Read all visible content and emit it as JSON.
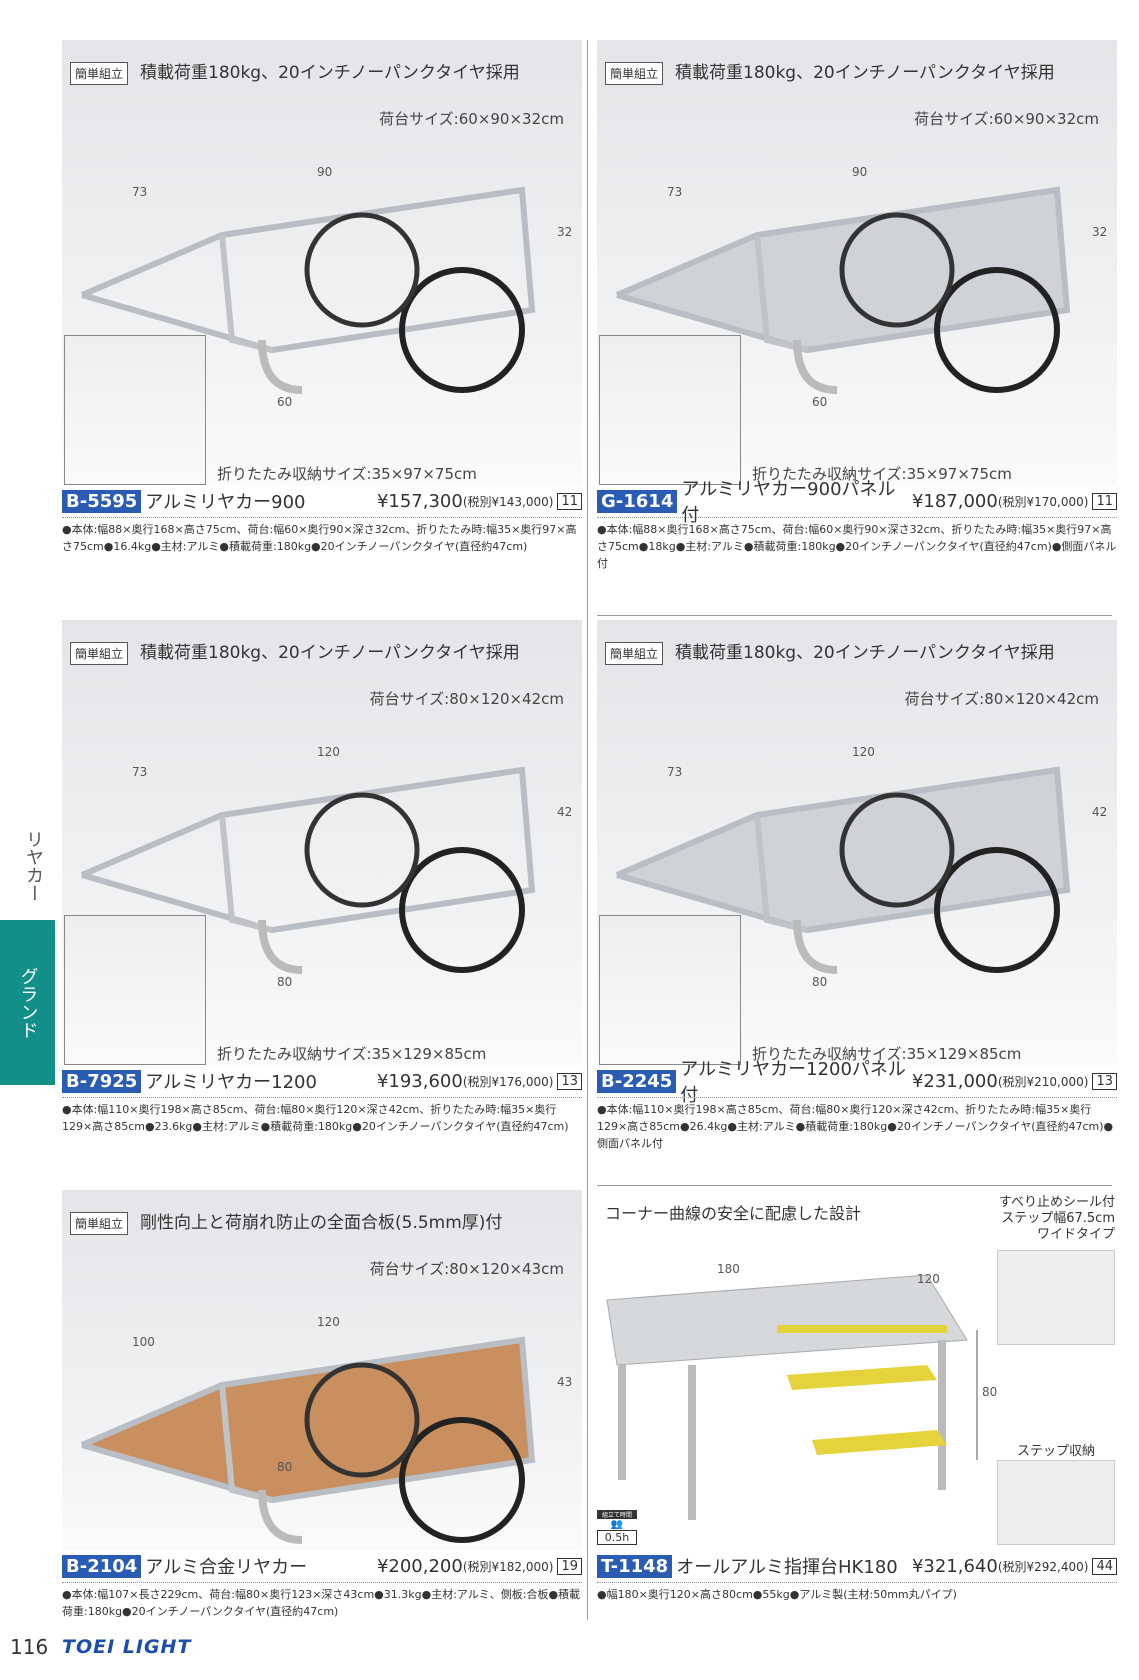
{
  "side": {
    "label": "リヤカー",
    "tab": "グランド",
    "tab_color": "#138f8a"
  },
  "footer": {
    "page": "116",
    "brand": "TOEI LIGHT"
  },
  "products": [
    {
      "badge": "簡単組立",
      "headline": "積載荷重180kg、20インチノーパンクタイヤ採用",
      "bed": "荷台サイズ:60×90×32cm",
      "dims": [
        "73",
        "90",
        "32",
        "60"
      ],
      "fold": "折りたたみ収納サイズ:35×97×75cm",
      "code": "B-5595",
      "name": "アルミリヤカー900",
      "price": "¥157,300",
      "tax": "(税別¥143,000)",
      "page": "11",
      "spec": "●本体:幅88×奥行168×高さ75cm、荷台:幅60×奥行90×深さ32cm、折りたたみ時:幅35×奥行97×高さ75cm●16.4kg●主材:アルミ●積載荷重:180kg●20インチノーパンクタイヤ(直径約47cm)"
    },
    {
      "badge": "簡単組立",
      "headline": "積載荷重180kg、20インチノーパンクタイヤ採用",
      "bed": "荷台サイズ:60×90×32cm",
      "dims": [
        "73",
        "90",
        "32",
        "60"
      ],
      "fold": "折りたたみ収納サイズ:35×97×75cm",
      "code": "G-1614",
      "name": "アルミリヤカー900パネル付",
      "price": "¥187,000",
      "tax": "(税別¥170,000)",
      "page": "11",
      "spec": "●本体:幅88×奥行168×高さ75cm、荷台:幅60×奥行90×深さ32cm、折りたたみ時:幅35×奥行97×高さ75cm●18kg●主材:アルミ●積載荷重:180kg●20インチノーパンクタイヤ(直径約47cm)●側面パネル付"
    },
    {
      "badge": "簡単組立",
      "headline": "積載荷重180kg、20インチノーパンクタイヤ採用",
      "bed": "荷台サイズ:80×120×42cm",
      "dims": [
        "73",
        "120",
        "42",
        "80"
      ],
      "fold": "折りたたみ収納サイズ:35×129×85cm",
      "code": "B-7925",
      "name": "アルミリヤカー1200",
      "price": "¥193,600",
      "tax": "(税別¥176,000)",
      "page": "13",
      "spec": "●本体:幅110×奥行198×高さ85cm、荷台:幅80×奥行120×深さ42cm、折りたたみ時:幅35×奥行129×高さ85cm●23.6kg●主材:アルミ●積載荷重:180kg●20インチノーパンクタイヤ(直径約47cm)"
    },
    {
      "badge": "簡単組立",
      "headline": "積載荷重180kg、20インチノーパンクタイヤ採用",
      "bed": "荷台サイズ:80×120×42cm",
      "dims": [
        "73",
        "120",
        "42",
        "80"
      ],
      "fold": "折りたたみ収納サイズ:35×129×85cm",
      "code": "B-2245",
      "name": "アルミリヤカー1200パネル付",
      "price": "¥231,000",
      "tax": "(税別¥210,000)",
      "page": "13",
      "spec": "●本体:幅110×奥行198×高さ85cm、荷台:幅80×奥行120×深さ42cm、折りたたみ時:幅35×奥行129×高さ85cm●26.4kg●主材:アルミ●積載荷重:180kg●20インチノーパンクタイヤ(直径約47cm)●側面パネル付"
    },
    {
      "badge": "簡単組立",
      "headline": "剛性向上と荷崩れ防止の全面合板(5.5mm厚)付",
      "bed": "荷台サイズ:80×120×43cm",
      "dims": [
        "100",
        "120",
        "43",
        "80"
      ],
      "code": "B-2104",
      "name": "アルミ合金リヤカー",
      "price": "¥200,200",
      "tax": "(税別¥182,000)",
      "page": "19",
      "spec": "●本体:幅107×長さ229cm、荷台:幅80×奥行123×深さ43cm●31.3kg●主材:アルミ、側板:合板●積載荷重:180kg●20インチノーパンクタイヤ(直径約47cm)"
    },
    {
      "headline": "コーナー曲線の安全に配慮した設計",
      "notes": [
        "すべり止めシール付",
        "ステップ幅67.5cm",
        "ワイドタイプ"
      ],
      "storage": "ステップ収納",
      "assembly": "組立て時間",
      "assembly_time": "0.5h",
      "dims": [
        "180",
        "120",
        "80"
      ],
      "code": "T-1148",
      "name": "オールアルミ指揮台HK180",
      "price": "¥321,640",
      "tax": "(税別¥292,400)",
      "page": "44",
      "spec": "●幅180×奥行120×高さ80cm●55kg●アルミ製(主材:50mm丸パイプ)"
    }
  ]
}
